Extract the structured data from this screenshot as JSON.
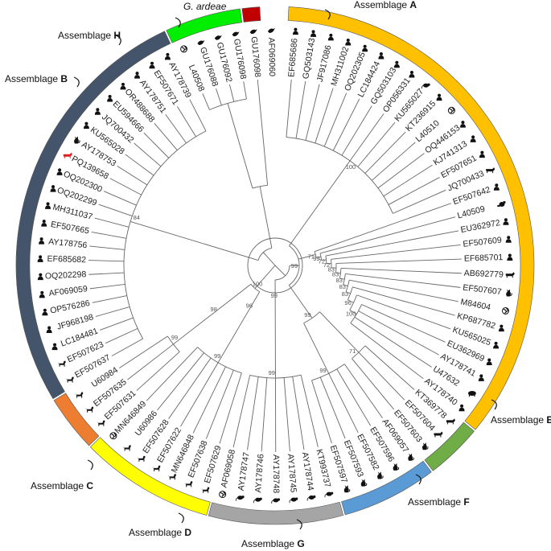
{
  "leaves": [
    "EF685686",
    "GQ503143",
    "JF917086",
    "MH311002",
    "OQ202305",
    "LC184424",
    "GQ503103",
    "OP056331",
    "KU565027",
    "KT236915",
    "L40510",
    "OQ446153",
    "KJ741313",
    "EF507651",
    "JQ700433",
    "EF507642",
    "L40509",
    "EU362972",
    "EF507609",
    "EF685701",
    "AB692779",
    "EF507607",
    "M84604",
    "KP687782",
    "KU565025",
    "EU362969",
    "AY178741",
    "U47632",
    "AY178740",
    "KT369778",
    "EF507604",
    "EF507603",
    "AF069057",
    "EF507596",
    "EF507582",
    "EF507593",
    "EF507597",
    "KT993737",
    "AY178744",
    "AY178745",
    "AY178748",
    "AY178746",
    "AY178747",
    "AF069058",
    "EF507629",
    "EF507638",
    "MN646848",
    "EF507622",
    "EF507628",
    "U60986",
    "MN646849",
    "EF507631",
    "EF507635",
    "U60984",
    "EF507637",
    "EF507623",
    "LC184481",
    "JF968198",
    "OP576286",
    "AF069059",
    "OQ202298",
    "EF685682",
    "AY178756",
    "EF507665",
    "MH311037",
    "OQ202299",
    "OQ202300",
    "PQ139658",
    "AY178753",
    "KU565028",
    "JQ700432",
    "EU594666",
    "OR488688",
    "AY178751",
    "EF507671",
    "AY178739",
    "L40508",
    "GU176088",
    "GU176092",
    "GU176098",
    "GU176098",
    "AF069060"
  ],
  "leaf_icons": [
    "person-icon",
    "person-icon",
    "person-icon",
    "person-icon",
    "person-icon",
    "person-icon",
    "person-icon",
    "person-icon",
    "rodent-icon",
    "person-icon",
    "globe-icon",
    "person-icon",
    "person-icon",
    "person-icon",
    "cow-icon",
    "person-icon",
    "beaver-icon",
    "person-icon",
    "person-icon",
    "person-icon",
    "cow-icon",
    "cat-icon",
    "globe-icon",
    "person-icon",
    "person-icon",
    "person-icon",
    "person-icon",
    "pig-icon",
    "person-icon",
    "cow-icon",
    "cow-icon",
    "cat-icon",
    "cat-icon",
    "cat-icon",
    "cat-icon",
    "cat-icon",
    "cat-icon",
    "rodent-icon",
    "rodent-icon",
    "rodent-icon",
    "rodent-icon",
    "rodent-icon",
    "rodent-icon",
    "globe-icon",
    "dog-icon",
    "dog-icon",
    "dog-icon",
    "dog-icon",
    "dog-icon",
    "dog-icon",
    "globe-icon",
    "dog-icon",
    "dog-icon",
    "dog-icon",
    "dog-icon",
    "dog-icon",
    "person-icon",
    "person-icon",
    "person-icon",
    "person-icon",
    "person-icon",
    "person-icon",
    "person-icon",
    "person-icon",
    "person-icon",
    "person-icon",
    "person-icon",
    "cow-icon",
    "cat-icon",
    "person-icon",
    "person-icon",
    "person-icon",
    "person-icon",
    "person-icon",
    "person-icon",
    "person-icon",
    "globe-icon",
    "bird-icon",
    "bird-icon",
    "bird-icon",
    "bird-icon",
    "bird-icon"
  ],
  "highlighted_leaf": "PQ139658",
  "highlight_color": "#e31a1c",
  "assemblages": [
    {
      "prefix": "Assemblage",
      "letter": "A",
      "color": "#ffc000",
      "first": 0,
      "last": 28
    },
    {
      "prefix": "Assemblage",
      "letter": "E",
      "color": "#70ad47",
      "first": 29,
      "last": 31
    },
    {
      "prefix": "Assemblage",
      "letter": "F",
      "color": "#5b9bd5",
      "first": 32,
      "last": 36
    },
    {
      "prefix": "Assemblage",
      "letter": "G",
      "color": "#a5a5a5",
      "first": 37,
      "last": 43
    },
    {
      "prefix": "Assemblage",
      "letter": "D",
      "color": "#ffff00",
      "first": 44,
      "last": 50
    },
    {
      "prefix": "Assemblage",
      "letter": "C",
      "color": "#ed7d31",
      "first": 51,
      "last": 53
    },
    {
      "prefix": "Assemblage",
      "letter": "B",
      "color": "#44546a",
      "first": 54,
      "last": 75
    },
    {
      "prefix": "Assemblage",
      "letter": "H",
      "color": "#00ee00",
      "first": 76,
      "last": 79
    },
    {
      "prefix": "",
      "letter": "G. ardeae",
      "color": "#c00000",
      "first": 80,
      "last": 80
    }
  ],
  "bootstrap": [
    "100",
    "100",
    "96",
    "83",
    "83",
    "83",
    "83",
    "83",
    "72",
    "72",
    "99",
    "71",
    "71",
    "99",
    "99",
    "99",
    "99",
    "99",
    "99",
    "96",
    "99",
    "98",
    "100",
    "84"
  ]
}
